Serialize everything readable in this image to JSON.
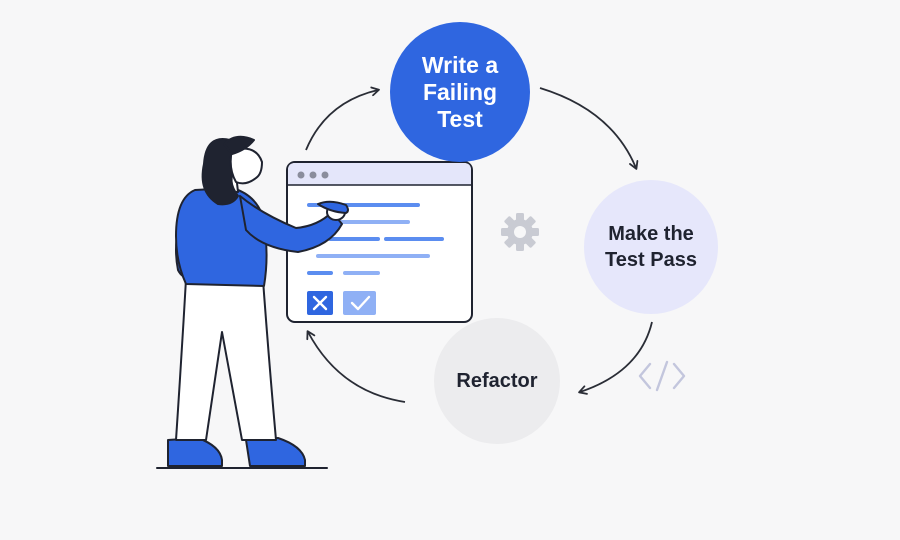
{
  "steps": [
    {
      "label": "Write a\nFailing\nTest"
    },
    {
      "label": "Make the\nTest Pass"
    },
    {
      "label": "Refactor"
    }
  ],
  "icons": [
    "gear-icon",
    "code-brackets-icon",
    "close-icon",
    "check-icon",
    "pen-icon"
  ],
  "colors": {
    "primary": "#2f66e0",
    "step_two_fill": "#e6e7fb",
    "step_three_fill": "#ececee",
    "window_titlebar": "#e4e6fa",
    "outline": "#1f2330"
  }
}
